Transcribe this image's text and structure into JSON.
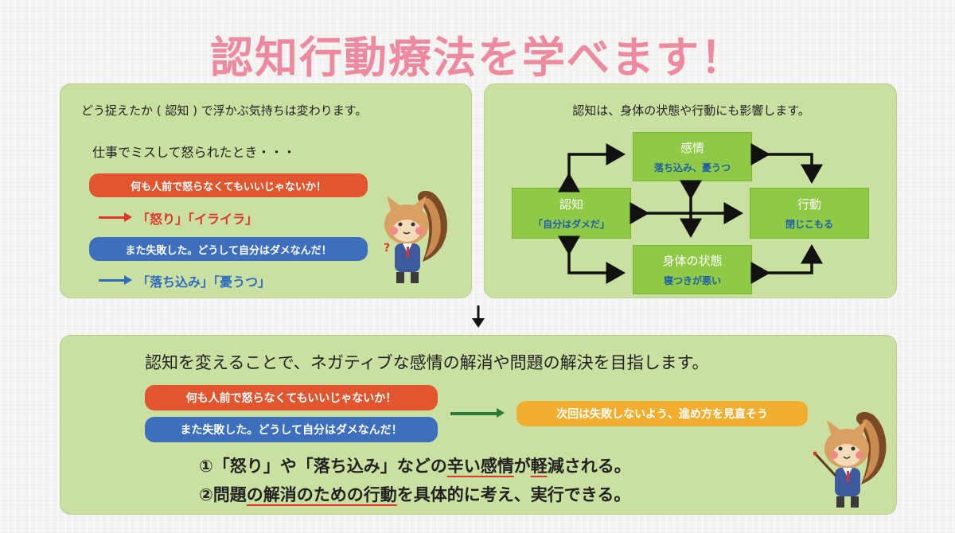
{
  "title": "認知行動療法を学べます！",
  "left_panel": {
    "intro": "どう捉えたか ( 認知 ) で浮かぶ気持ちは変わります。",
    "scenario": "仕事でミスして怒られたとき・・・",
    "thought1": "何も人前で怒らなくてもいいじゃないか！",
    "emotion1": "「怒り」「イライラ」",
    "thought2": "また失敗した。どうして自分はダメなんだ！",
    "emotion2": "「落ち込み」「憂うつ」",
    "question_mark": "?"
  },
  "right_panel": {
    "intro": "認知は、身体の状態や行動にも影響します。",
    "nodes": {
      "emotion": {
        "title": "感情",
        "sub": "落ち込み、憂うつ"
      },
      "cognition": {
        "title": "認知",
        "sub": "「自分はダメだ」"
      },
      "behavior": {
        "title": "行動",
        "sub": "閉じこもる"
      },
      "body": {
        "title": "身体の状態",
        "sub": "寝つきが悪い"
      }
    }
  },
  "bottom_panel": {
    "heading": "認知を変えることで、ネガティブな感情の解消や問題の解決を目指します。",
    "thought1": "何も人前で怒らなくてもいいじゃないか！",
    "thought2": "また失敗した。どうして自分はダメなんだ！",
    "reframe": "次回は失敗しないよう、進め方を見直そう",
    "benefit1": {
      "pre": "①「怒り」や「落ち込み」などの",
      "u1": "辛い感情",
      "mid": "が",
      "u2": "軽",
      "post": "減される。"
    },
    "benefit2": {
      "pre": "②問題",
      "u1": "の解消のための行動",
      "post": "を具体的に考え、実行できる。"
    }
  },
  "colors": {
    "title": "#ee8aa0",
    "panel": "#c9e0a0",
    "red": "#e2562f",
    "blue": "#3d6fbd",
    "green_arrow": "#2a7a3a",
    "orange": "#f2ae2f",
    "node": "#8fca46"
  }
}
